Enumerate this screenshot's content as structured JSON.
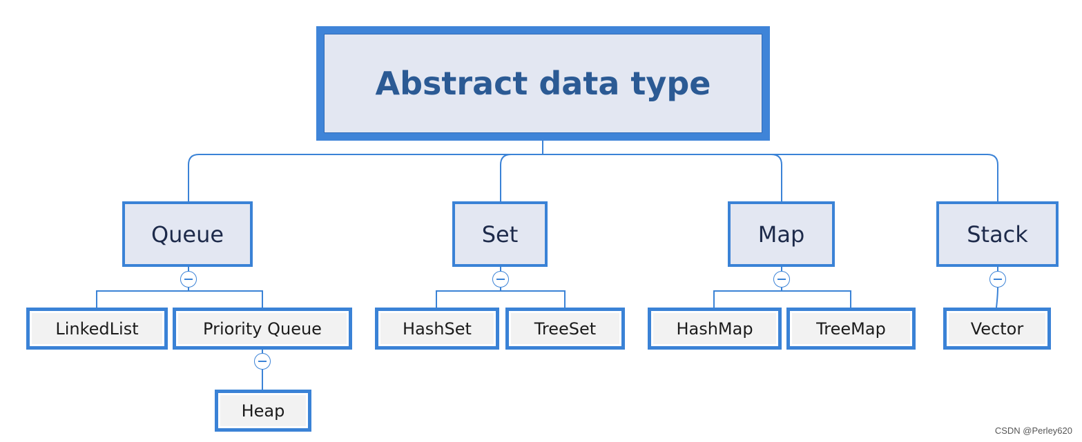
{
  "root": {
    "label": "Abstract data type"
  },
  "categories": [
    {
      "label": "Queue",
      "children": [
        {
          "label": "LinkedList"
        },
        {
          "label": "Priority Queue",
          "children": [
            {
              "label": "Heap"
            }
          ]
        }
      ]
    },
    {
      "label": "Set",
      "children": [
        {
          "label": "HashSet"
        },
        {
          "label": "TreeSet"
        }
      ]
    },
    {
      "label": "Map",
      "children": [
        {
          "label": "HashMap"
        },
        {
          "label": "TreeMap"
        }
      ]
    },
    {
      "label": "Stack",
      "children": [
        {
          "label": "Vector"
        }
      ]
    }
  ],
  "watermark": "CSDN @Perley620",
  "colors": {
    "border": "#3a82d6",
    "node_fill": "#e3e7f2",
    "leaf_fill": "#f2f2f2",
    "title_text": "#2b5a94"
  }
}
